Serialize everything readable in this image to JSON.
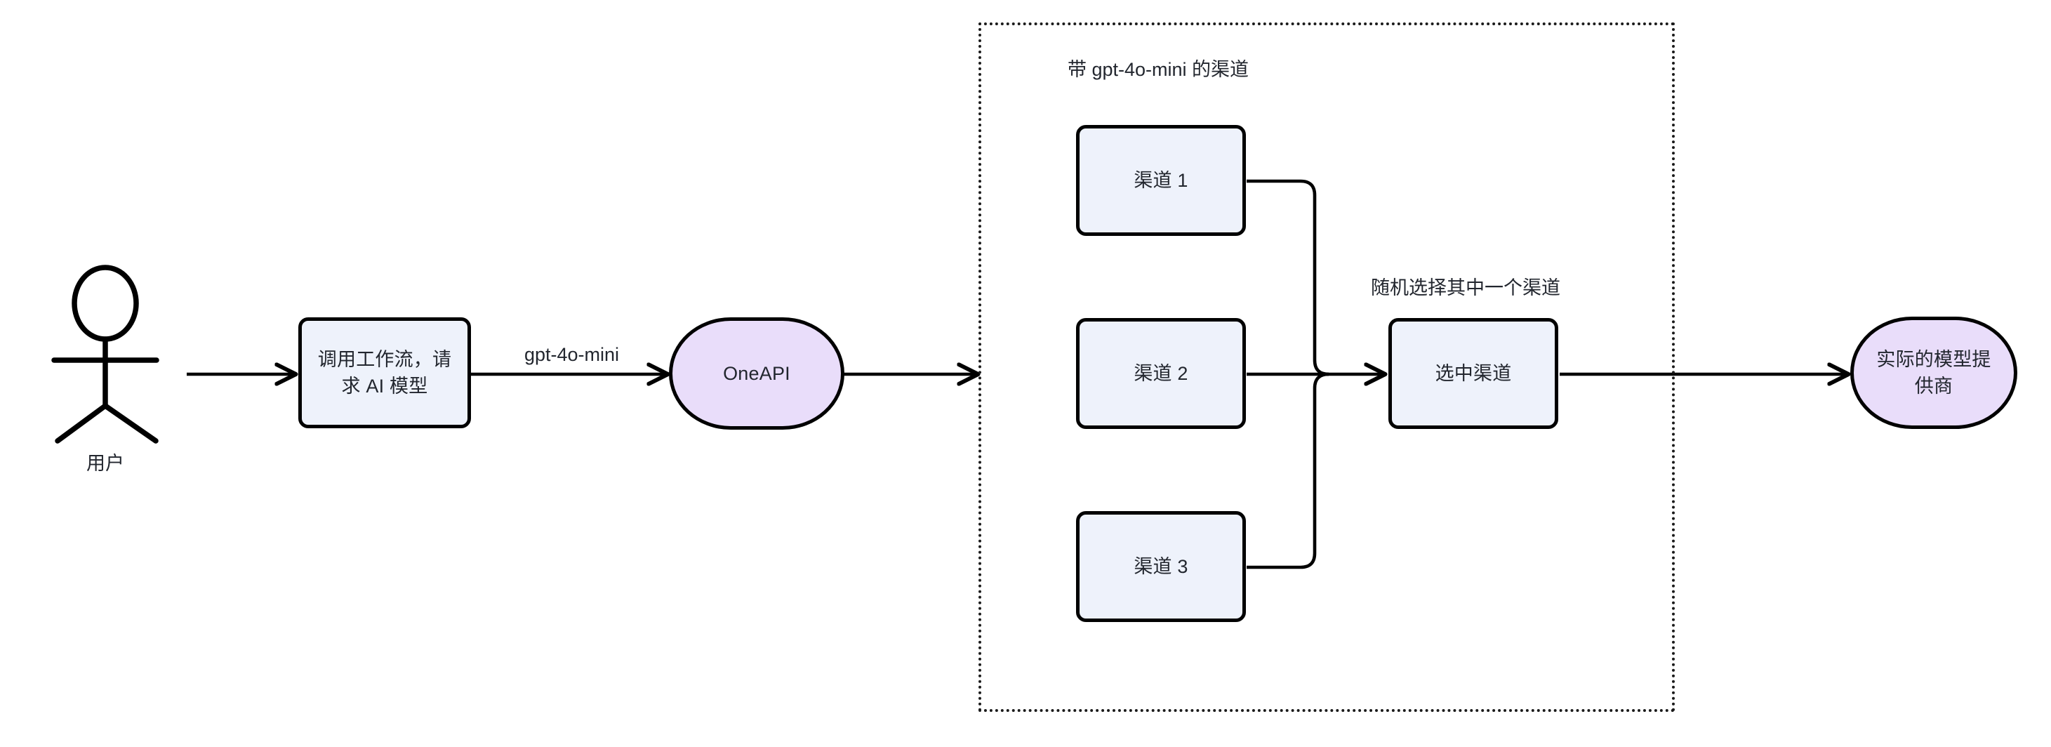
{
  "diagram": {
    "title_label": "带 gpt-4o-mini 的渠道",
    "group_label": "带 gpt-4o-mini 的渠道",
    "colors": {
      "process_fill": "#eef2fb",
      "stadium_fill": "#e9ddfa",
      "stroke": "#000000",
      "text": "#22262e",
      "background": "#ffffff"
    }
  },
  "actor": {
    "name": "用户",
    "icon": "stick-figure-icon"
  },
  "nodes": {
    "workflow_call": "调用工作流，请求 AI 模型",
    "oneapi": "OneAPI",
    "channel_1": "渠道 1",
    "channel_2": "渠道 2",
    "channel_3": "渠道 3",
    "selected_channel": "选中渠道",
    "provider": "实际的模型提供商"
  },
  "edges": {
    "user_to_workflow": "",
    "workflow_to_oneapi": "gpt-4o-mini",
    "oneapi_to_group": "",
    "channels_to_selected": "随机选择其中一个渠道",
    "selected_to_provider": ""
  },
  "labels": {
    "group_box": "带 gpt-4o-mini 的渠道",
    "random_pick": "随机选择其中一个渠道",
    "model_name": "gpt-4o-mini"
  }
}
